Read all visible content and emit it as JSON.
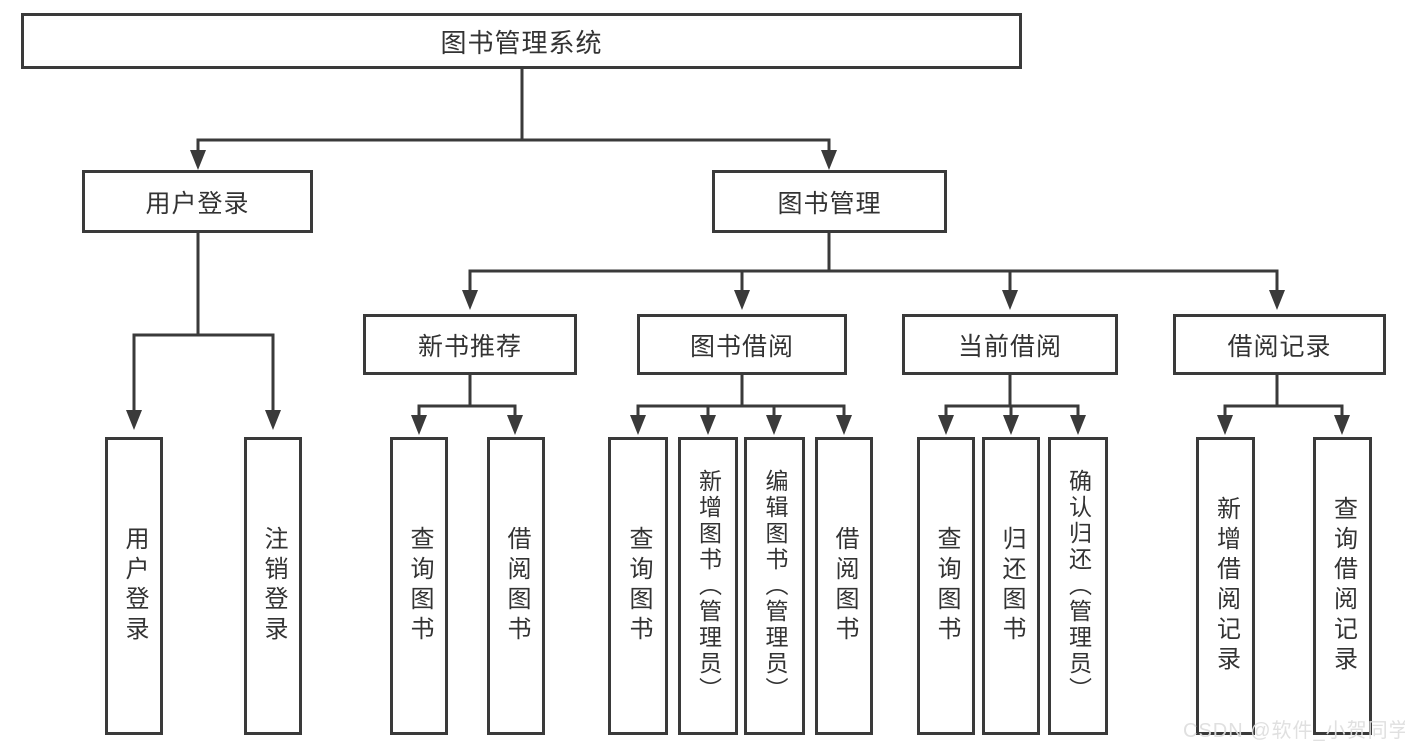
{
  "diagram_type": "functional-structure-tree",
  "tree": {
    "label": "图书管理系统",
    "children": [
      {
        "label": "用户登录",
        "children": [
          {
            "label": "用户登录"
          },
          {
            "label": "注销登录"
          }
        ]
      },
      {
        "label": "图书管理",
        "children": [
          {
            "label": "新书推荐",
            "children": [
              {
                "label": "查询图书"
              },
              {
                "label": "借阅图书"
              }
            ]
          },
          {
            "label": "图书借阅",
            "children": [
              {
                "label": "查询图书"
              },
              {
                "label": "新增图书（管理员）"
              },
              {
                "label": "编辑图书（管理员）"
              },
              {
                "label": "借阅图书"
              }
            ]
          },
          {
            "label": "当前借阅",
            "children": [
              {
                "label": "查询图书"
              },
              {
                "label": "归还图书"
              },
              {
                "label": "确认归还（管理员）"
              }
            ]
          },
          {
            "label": "借阅记录",
            "children": [
              {
                "label": "新增借阅记录"
              },
              {
                "label": "查询借阅记录"
              }
            ]
          }
        ]
      }
    ]
  },
  "watermark": {
    "text": "CSDN @软件_小贺同学"
  },
  "colors": {
    "line": "#3a3a3a",
    "box_border": "#3a3a3a",
    "text": "#333333",
    "background": "#ffffff",
    "watermark": "#dedede"
  }
}
